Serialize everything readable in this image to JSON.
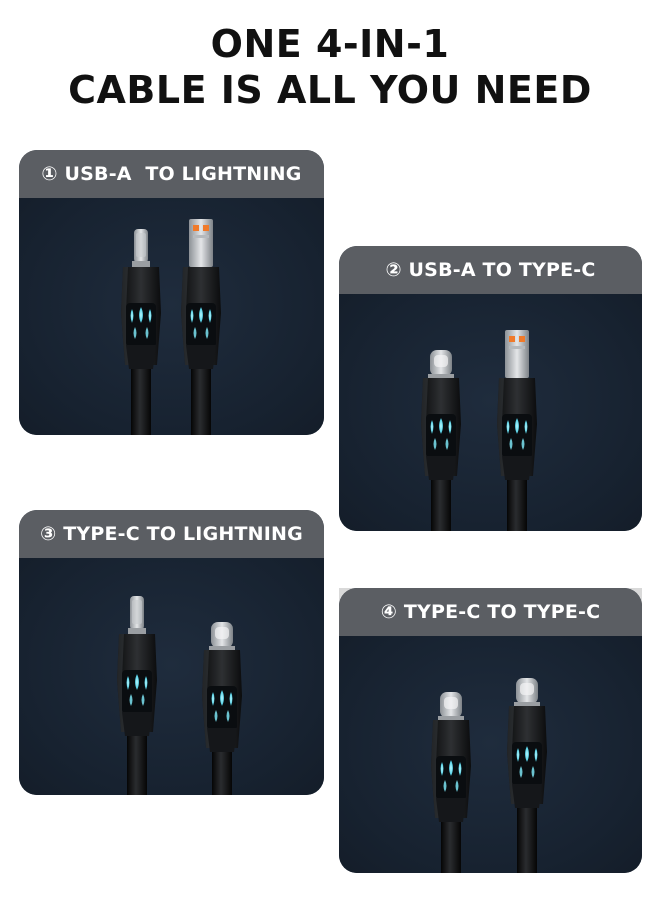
{
  "headline": {
    "line1": "ONE 4-IN-1",
    "line2": "CABLE IS ALL YOU NEED"
  },
  "panels": [
    {
      "label": "① USB-A  TO LIGHTNING"
    },
    {
      "label": "② USB-A TO TYPE-C"
    },
    {
      "label": "③ TYPE-C TO LIGHTNING"
    },
    {
      "label": "④ TYPE-C TO TYPE-C"
    }
  ],
  "colors": {
    "header_bg": "#5b5e63",
    "panel_bg": "#192433",
    "glow": "#6fe0ef",
    "usb_pins": "#f07a2a"
  }
}
